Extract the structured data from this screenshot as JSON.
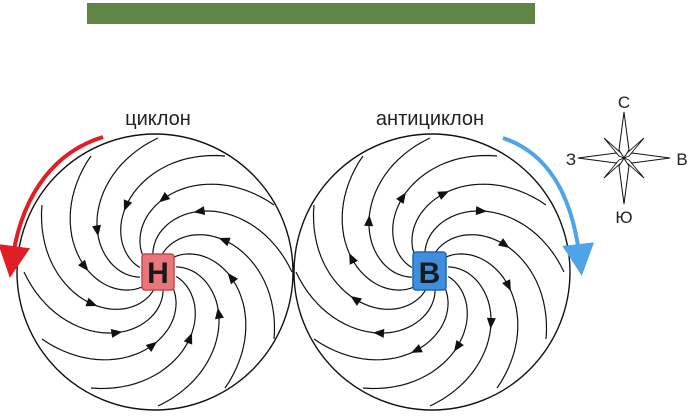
{
  "header_band": {
    "color": "#5f8443"
  },
  "labels": {
    "cyclone": "циклон",
    "anticyclone": "антициклон"
  },
  "centers": {
    "low": "Н",
    "high": "В"
  },
  "compass": {
    "north": "С",
    "south": "Ю",
    "west": "З",
    "east": "В"
  },
  "colors": {
    "low_fill": "#e8767a",
    "low_stroke": "#c44a4e",
    "high_fill": "#3f8fe0",
    "high_stroke": "#1e66b8",
    "cyclone_arrow": "#e01e24",
    "anticyclone_arrow": "#4ea4e8",
    "line": "#111111",
    "band": "#5f8443"
  },
  "icons": {
    "compass": "compass-rose-icon",
    "cyclone_arrow": "counterclockwise-arrow-icon",
    "anticyclone_arrow": "clockwise-arrow-icon"
  }
}
